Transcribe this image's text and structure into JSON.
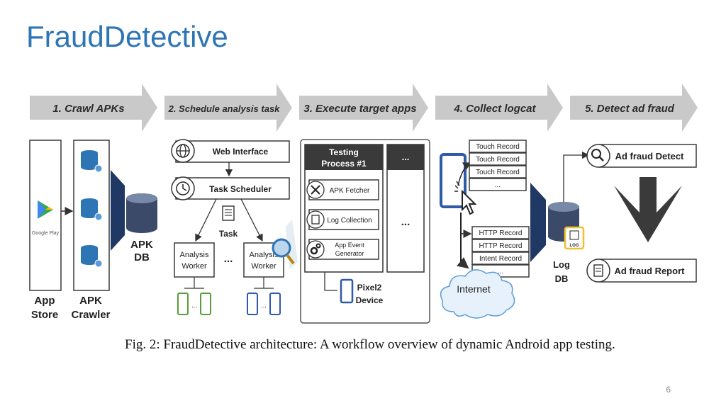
{
  "slide": {
    "title": "FraudDetective",
    "page_number": "6"
  },
  "figure": {
    "caption": "Fig. 2: FraudDetective architecture: A workflow overview of dynamic Android app testing.",
    "stages": [
      "1. Crawl APKs",
      "2. Schedule analysis task",
      "3. Execute target apps",
      "4. Collect logcat",
      "5. Detect ad fraud"
    ],
    "crawl": {
      "store_logo": "Google Play",
      "app_store": [
        "App",
        "Store"
      ],
      "apk_crawler": [
        "APK",
        "Crawler"
      ],
      "apk_db": [
        "APK",
        "DB"
      ]
    },
    "schedule": {
      "web_interface": "Web Interface",
      "task_scheduler": "Task Scheduler",
      "task": "Task",
      "worker_line1": "Analysis",
      "worker_line2": "Worker",
      "ellipsis": "...",
      "phone_ellipsis": "..."
    },
    "execute": {
      "process_title_1": "Testing",
      "process_title_2": "Process #1",
      "apk_fetcher": "APK Fetcher",
      "log_collection": "Log Collection",
      "event_gen_1": "App Event",
      "event_gen_2": "Generator",
      "more": "...",
      "more_body": "...",
      "device_1": "Pixel2",
      "device_2": "Device"
    },
    "logcat": {
      "touch_records": [
        "Touch Record",
        "Touch Record",
        "Touch Record",
        "..."
      ],
      "net_records": [
        "HTTP Record",
        "HTTP Record",
        "Intent Record",
        "..."
      ],
      "internet": "Internet",
      "log_db": [
        "Log",
        "DB"
      ],
      "log_badge": "LOG"
    },
    "detect": {
      "detect": "Ad fraud Detect",
      "report": "Ad fraud Report"
    }
  }
}
